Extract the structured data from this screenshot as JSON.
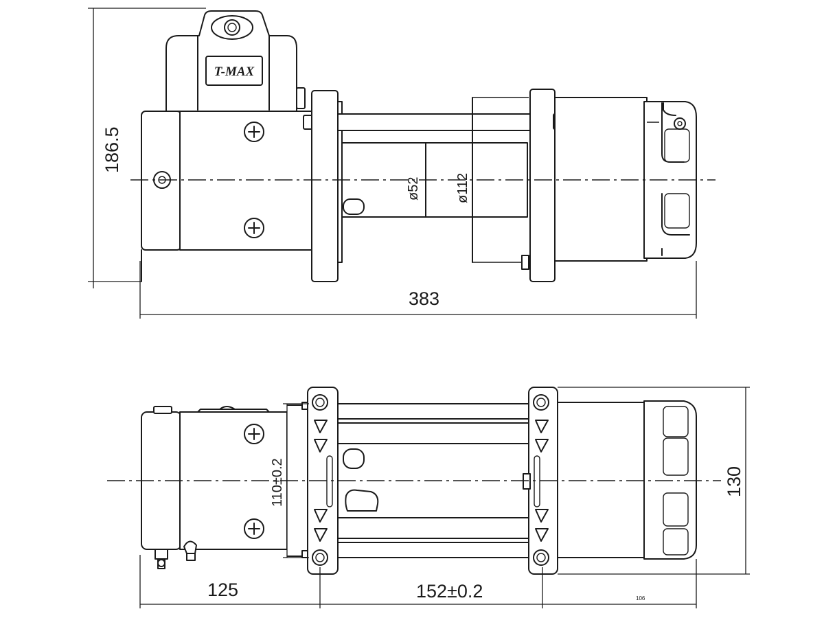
{
  "logo_text": "T-MAX",
  "dimensions": {
    "height_side": "186.5",
    "overall_length": "383",
    "drum_diameter": "ø52",
    "flange_diameter": "ø112",
    "mount_width": "110±0.2",
    "overall_width": "130",
    "motor_length": "125",
    "mount_spacing": "152±0.2",
    "small_note": "106"
  }
}
